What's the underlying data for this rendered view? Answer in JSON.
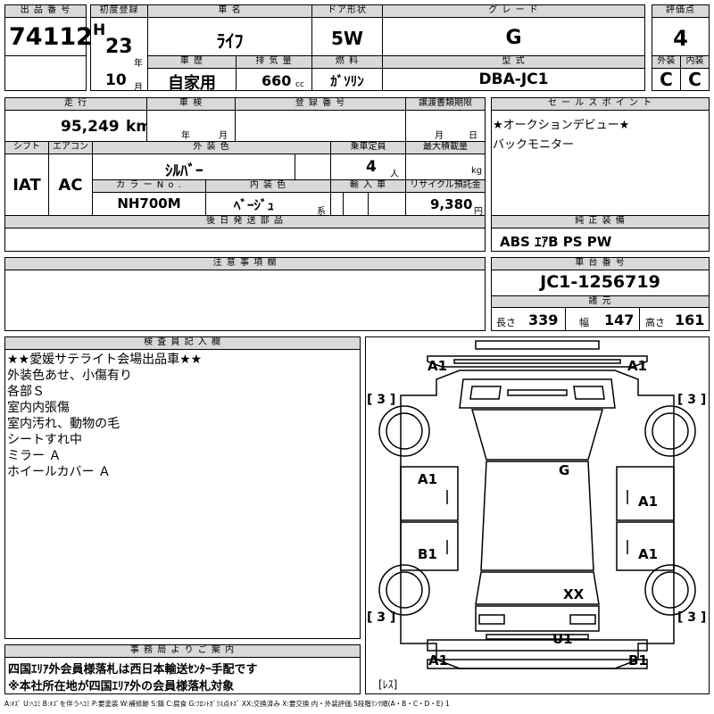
{
  "headers": {
    "lot_no": "出 品 番 号",
    "first_reg": "初度登録",
    "car_name": "車 名",
    "door": "ドア形状",
    "grade": "グ レ ー ド",
    "score": "評価点",
    "history": "車 歴",
    "displacement": "排 気 量",
    "fuel": "燃 料",
    "model": "型 式",
    "exterior": "外装",
    "interior": "内装",
    "mileage": "走 行",
    "inspection": "車 検",
    "reg_no": "登 録 番 号",
    "transfer": "譲渡書類期限",
    "sales_point": "セ ー ル ス ポ イ ン ト",
    "shift": "シフト",
    "aircon": "エアコン",
    "ext_color": "外 装 色",
    "capacity": "乗車定員",
    "max_load": "最大積載量",
    "color_no": "カ ラ ー N o .",
    "int_color": "内 装 色",
    "import": "輸 入 車",
    "recycle": "リサイクル預託金",
    "later_parts": "後 日 発 送 部 品",
    "genuine_equip": "純 正 装 備",
    "notes": "注 意 事 項 欄",
    "chassis_no": "車 台 番 号",
    "specs": "諸 元",
    "inspector": "検 査 員 記 入 欄",
    "office": "事 務 局 よ り ご 案 内"
  },
  "vehicle": {
    "lot_no": "74112",
    "era": "H",
    "year": "23",
    "year_unit": "年",
    "month": "10",
    "month_unit": "月",
    "car_name": "ﾗｲﾌ",
    "door": "5W",
    "grade": "G",
    "score": "4",
    "history": "自家用",
    "displacement": "660",
    "displacement_unit": "cc",
    "fuel": "ｶﾞｿﾘﾝ",
    "model": "DBA-JC1",
    "exterior_score": "C",
    "interior_score": "C",
    "mileage": "95,249",
    "mileage_unit": "km",
    "inspection_year_unit": "年",
    "inspection_month_unit": "月",
    "transfer_month_unit": "月",
    "transfer_day_unit": "日",
    "shift": "IAT",
    "aircon": "AC",
    "ext_color": "ｼﾙﾊﾞｰ",
    "capacity": "4",
    "capacity_unit": "人",
    "max_load_unit": "kg",
    "color_no": "NH700M",
    "int_color": "ﾍﾞｰｼﾞｭ",
    "int_color_suffix": "系",
    "recycle": "9,380",
    "recycle_unit": "円",
    "equipment": "ABS ｴｱB PS PW",
    "chassis_no": "JC1-1256719",
    "length_label": "長さ",
    "length": "339",
    "width_label": "幅",
    "width": "147",
    "height_label": "高さ",
    "height": "161"
  },
  "sales_points": [
    "★オークションデビュー★",
    "バックモニター"
  ],
  "inspector_notes": [
    "★★愛媛サテライト会場出品車★★",
    "外装色あせ、小傷有り",
    "各部Ｓ",
    "室内内張傷",
    "室内汚れ、動物の毛",
    "シートすれ中",
    "ミラー Ａ",
    "ホイールカバー Ａ"
  ],
  "office_notes": [
    "四国ｴﾘｱ外会員様落札は西日本輸送ｾﾝﾀｰ手配です",
    "※本社所在地が四国ｴﾘｱ外の会員様落札対象"
  ],
  "diagram_marks": {
    "front_left": "A1",
    "front_right": "A1",
    "wheel_fl": "[ 3 ]",
    "wheel_fr": "[ 3 ]",
    "roof": "G",
    "door_fl": "A1",
    "door_fr": "A1",
    "door_rl": "B1",
    "door_rr": "A1",
    "rear_panel": "XX",
    "wheel_rl": "[ 3 ]",
    "wheel_rr": "[ 3 ]",
    "rear_bumper_mid": "U1",
    "rear_left": "A1",
    "rear_right": "B1",
    "no_glass": "[ﾚｽ]"
  },
  "legend": "A:ｷｽﾞ U:ﾍｺﾐ B:ｷｽﾞを伴うﾍｺﾐ P:要塗装 W:補修跡 S:錆 C:腐食 G:ﾌﾛﾝﾄｶﾞﾗｽ点ｷｽﾞ XX:交換済み X:要交換 内・外装評価 5段階ﾗﾝｸ順(A・B・C・D・E) 1"
}
